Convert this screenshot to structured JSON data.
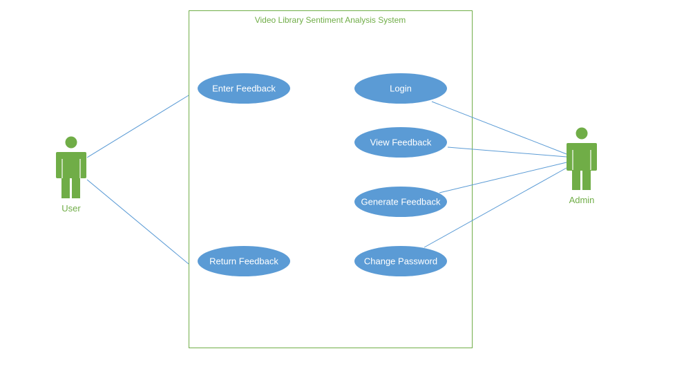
{
  "system": {
    "title": "Video Library Sentiment Analysis System"
  },
  "actors": {
    "user": {
      "label": "User"
    },
    "admin": {
      "label": "Admin"
    }
  },
  "usecases": {
    "enter_feedback": "Enter Feedback",
    "return_feedback": "Return Feedback",
    "login": "Login",
    "view_feedback": "View Feedback",
    "generate_feedback": "Generate Feedback",
    "change_password": "Change Password"
  },
  "colors": {
    "system_border": "#70AD47",
    "system_title": "#70AD47",
    "actor_fill": "#70AD47",
    "actor_label": "#70AD47",
    "usecase_fill": "#5B9BD5",
    "usecase_text": "#FFFFFF",
    "association_line": "#5B9BD5"
  }
}
